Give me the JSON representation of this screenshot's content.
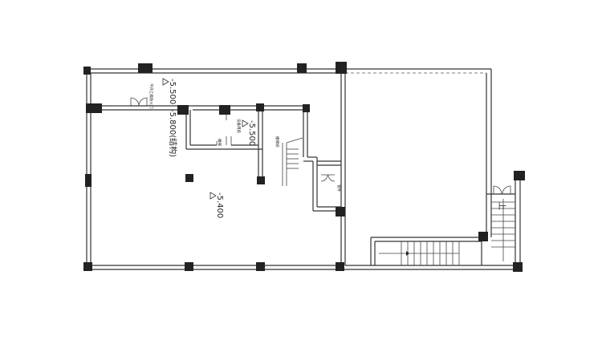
{
  "levels": {
    "main_left": "-5.500",
    "main_right": "-5.800(结构)",
    "small_room": "-5.500",
    "hall": "-5.400"
  },
  "stair_up": "上",
  "labels": {
    "door_top": "平开乙级防火门",
    "room_small_a": "设备用房",
    "room_small_b": "楼梯",
    "stair_room": "楼梯间",
    "side_room": "管井"
  }
}
